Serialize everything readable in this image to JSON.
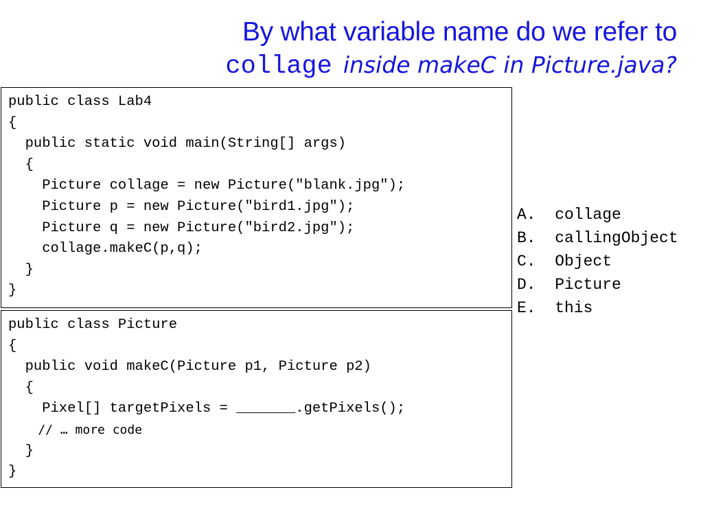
{
  "title": {
    "line1": "By what variable name do we refer to",
    "code_word": "collage",
    "italic_part": "inside makeC in Picture.java?"
  },
  "code_blocks": [
    {
      "lines": [
        "public class Lab4",
        "{",
        "  public static void main(String[] args)",
        "  {",
        "    Picture collage = new Picture(\"blank.jpg\");",
        "    Picture p = new Picture(\"bird1.jpg\");",
        "    Picture q = new Picture(\"bird2.jpg\");",
        "    collage.makeC(p,q);",
        "  }",
        "}"
      ]
    },
    {
      "lines": [
        "public class Picture",
        "{",
        "  public void makeC(Picture p1, Picture p2)",
        "  {",
        "    Pixel[] targetPixels = _______.getPixels();",
        "    // … more code",
        "  }",
        "}"
      ]
    }
  ],
  "answers": [
    "A.  collage",
    "B.  callingObject",
    "C.  Object",
    "D.  Picture",
    "E.  this"
  ]
}
